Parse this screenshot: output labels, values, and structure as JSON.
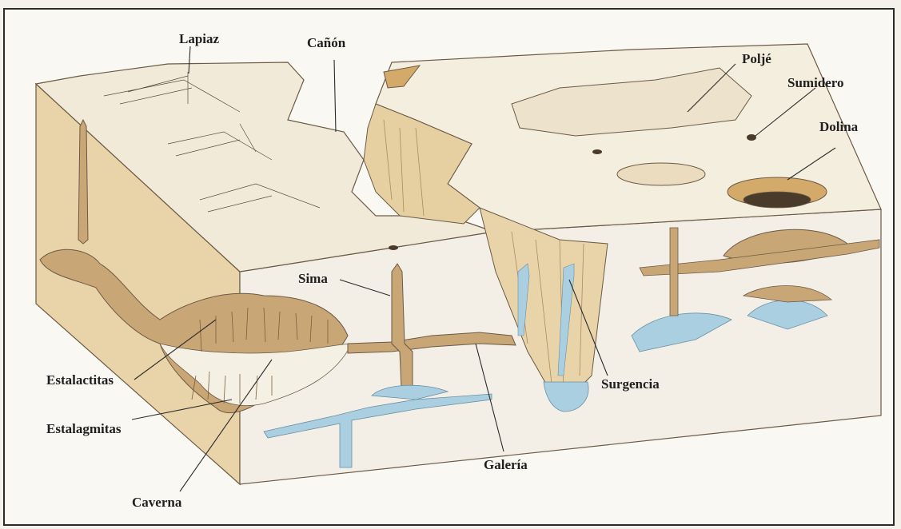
{
  "labels": {
    "lapiaz": "Lapiaz",
    "canon": "Cañón",
    "polje": "Poljé",
    "sumidero": "Sumidero",
    "dolina": "Dolina",
    "sima": "Sima",
    "estalactitas": "Estalactitas",
    "estalagmitas": "Estalagmitas",
    "caverna": "Caverna",
    "galeria": "Galería",
    "surgencia": "Surgencia"
  },
  "colors": {
    "surface": "#f1ead8",
    "rock_face": "#e9d3a9",
    "water": "#a9cfe0",
    "cave": "#c9a675",
    "outline": "#6b5a45"
  }
}
